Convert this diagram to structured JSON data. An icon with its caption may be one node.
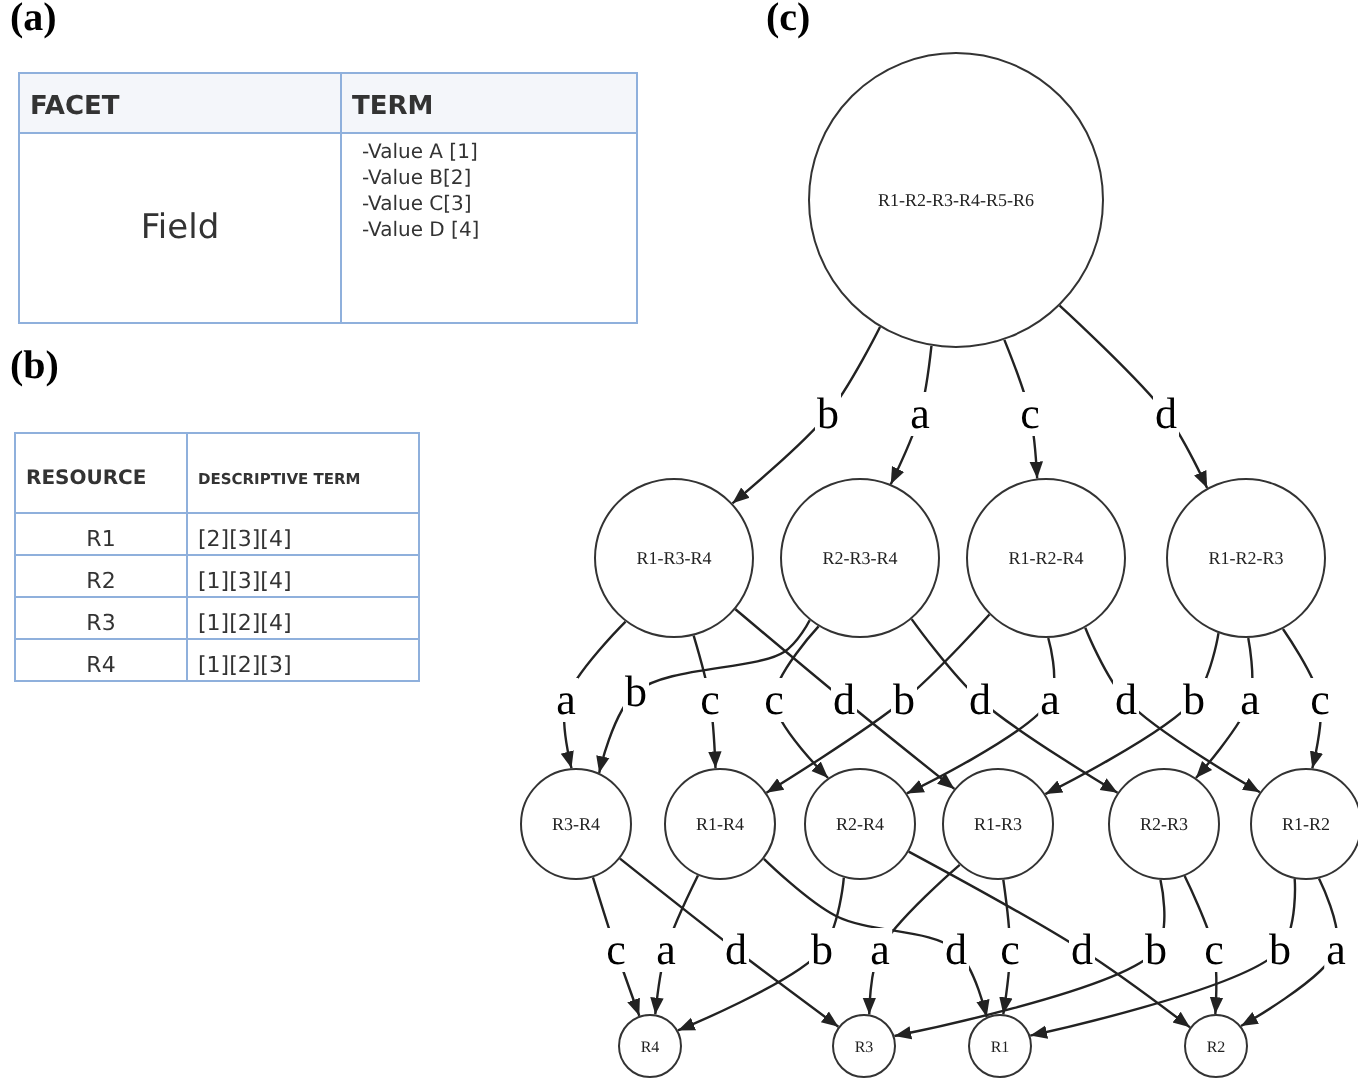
{
  "diagram": {
    "nodes": [
      {
        "text": [
          "R1-R2-R3-R4-R5-R6"
        ]
      },
      {
        "text": [
          "R1-R3-R4"
        ]
      },
      {
        "text": [
          "R2-R3-R4"
        ]
      },
      {
        "text": [
          "R1-R2-R4"
        ]
      },
      {
        "text": [
          "R1-R2-R3"
        ]
      },
      {
        "text": [
          "R3-R4"
        ]
      },
      {
        "text": [
          "R1-R4"
        ]
      },
      {
        "text": [
          "R2-R4"
        ]
      },
      {
        "text": [
          "R1-R3"
        ]
      },
      {
        "text": [
          "R2-R3"
        ]
      },
      {
        "text": [
          "R1-R2"
        ]
      },
      {
        "text": [
          "R4"
        ]
      },
      {
        "text": [
          "R3"
        ]
      },
      {
        "text": [
          "R1"
        ]
      },
      {
        "text": [
          "R2"
        ]
      }
    ],
    "edges": [
      {
        "from": 0,
        "to": 1,
        "arrow": "to",
        "label": "b"
      },
      {
        "from": 0,
        "to": 2,
        "arrow": "to",
        "label": "a"
      },
      {
        "from": 0,
        "to": 3,
        "arrow": "to",
        "label": "c"
      },
      {
        "from": 0,
        "to": 4,
        "arrow": "to",
        "label": "d"
      },
      {
        "from": 1,
        "to": 5,
        "arrow": "to",
        "label": "a"
      },
      {
        "from": 2,
        "to": 5,
        "arrow": "to",
        "label": "b"
      },
      {
        "from": 1,
        "to": 6,
        "arrow": "to",
        "label": "c"
      },
      {
        "from": 2,
        "to": 7,
        "arrow": "to",
        "label": "c"
      },
      {
        "from": 1,
        "to": 8,
        "arrow": "to",
        "label": "d"
      },
      {
        "from": 3,
        "to": 6,
        "arrow": "to",
        "label": "b"
      },
      {
        "from": 2,
        "to": 9,
        "arrow": "to",
        "label": "d"
      },
      {
        "from": 3,
        "to": 7,
        "arrow": "to",
        "label": "a"
      },
      {
        "from": 3,
        "to": 10,
        "arrow": "to",
        "label": "d"
      },
      {
        "from": 4,
        "to": 8,
        "arrow": "to",
        "label": "b"
      },
      {
        "from": 4,
        "to": 9,
        "arrow": "to",
        "label": "a"
      },
      {
        "from": 4,
        "to": 10,
        "arrow": "to",
        "label": "c"
      },
      {
        "from": 5,
        "to": 11,
        "arrow": "to",
        "label": "c"
      },
      {
        "from": 6,
        "to": 11,
        "arrow": "to",
        "label": "a"
      },
      {
        "from": 5,
        "to": 12,
        "arrow": "to",
        "label": "d"
      },
      {
        "from": 7,
        "to": 11,
        "arrow": "to",
        "label": "b"
      },
      {
        "from": 8,
        "to": 12,
        "arrow": "to",
        "label": "a"
      },
      {
        "from": 6,
        "to": 13,
        "arrow": "to",
        "label": "d"
      },
      {
        "from": 8,
        "to": 13,
        "arrow": "to",
        "label": "c"
      },
      {
        "from": 7,
        "to": 14,
        "arrow": "to",
        "label": "d"
      },
      {
        "from": 9,
        "to": 12,
        "arrow": "to",
        "label": "b"
      },
      {
        "from": 9,
        "to": 14,
        "arrow": "to",
        "label": "c"
      },
      {
        "from": 10,
        "to": 13,
        "arrow": "to",
        "label": "b"
      },
      {
        "from": 10,
        "to": 14,
        "arrow": "to",
        "label": "a"
      }
    ],
    "labels": [
      "(a)",
      "FACET",
      "TERM",
      "Field",
      "-Value A [1]",
      "-Value B[2]",
      "-Value C[3]",
      "-Value D [4]",
      "(b)",
      "RESOURCE",
      "DESCRIPTIVE TERM",
      "R1",
      "[2][3][4]",
      "R2",
      "[1][3][4]",
      "R3",
      "[1][2][4]",
      "R4",
      "[1][2][3]",
      "(c)"
    ]
  }
}
